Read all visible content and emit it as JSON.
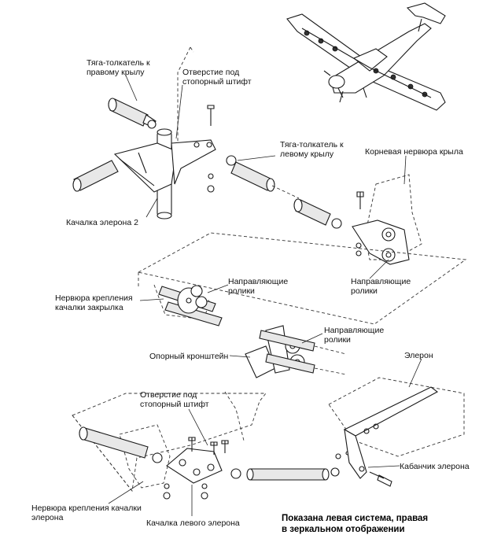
{
  "labels": {
    "pushrod_right_wing": [
      "Тяга-толкатель к",
      "правому крылу"
    ],
    "lock_pin_hole_top": [
      "Отверстие под",
      "стопорный штифт"
    ],
    "pushrod_left_wing": [
      "Тяга-толкатель к",
      "левому крылу"
    ],
    "wing_root_rib": "Корневая нервюра крыла",
    "aileron_bellcrank_2": "Качалка элерона 2",
    "guide_rollers_right": [
      "Направляющие",
      "ролики"
    ],
    "flap_bellcrank_rib": [
      "Нервюра крепления",
      "качалки закрылка"
    ],
    "guide_rollers_center": [
      "Направляющие",
      "ролики"
    ],
    "guide_rollers_mid": [
      "Направляющие",
      "ролики"
    ],
    "support_bracket": "Опорный кронштейн",
    "aileron": "Элерон",
    "lock_pin_hole_bottom": [
      "Отверстие под",
      "стопорный штифт"
    ],
    "aileron_horn": "Кабанчик элерона",
    "aileron_bellcrank_rib": [
      "Нервюра крепления качалки",
      "элерона"
    ],
    "left_aileron_bellcrank": "Качалка левого элерона"
  },
  "note": [
    "Показана левая система, правая",
    "в зеркальном отображении"
  ],
  "colors": {
    "ink": "#1a1a1a",
    "background": "#ffffff"
  }
}
